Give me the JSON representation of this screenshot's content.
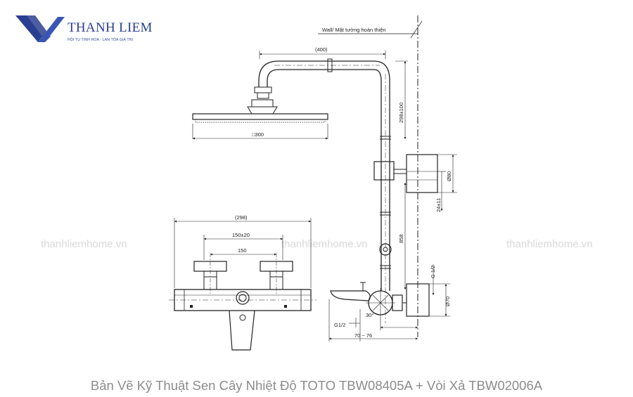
{
  "logo": {
    "brand": "THANH LIEM",
    "tagline": "HỘI TỤ TINH HOA - LAN TỎA GIÁ TRỊ",
    "color": "#2b3f91"
  },
  "watermarks": [
    "thanhliemhome.vn",
    "thanhliemhome.vn",
    "thanhliemhome.vn"
  ],
  "labels": {
    "wall": "Wall/ Mặt tường hoàn thiện",
    "arm_length": "(400)",
    "head_size": "□300",
    "riser_height": "298±100",
    "bracket_diameter": "Ø80",
    "bracket_offset": "24±11",
    "lower_height": "858",
    "thread_top": "G 1/2",
    "valve_diameter": "Ø70",
    "thread_bottom": "G1/2",
    "center_distance": "70 ~ 76",
    "angle": "30°",
    "body_width": "(298)",
    "inlet_range": "150±20",
    "inlet_center": "150"
  },
  "caption": "Bản Vẽ Kỹ Thuật Sen Cây Nhiệt Độ TOTO TBW08405A + Vòi Xả TBW02006A"
}
